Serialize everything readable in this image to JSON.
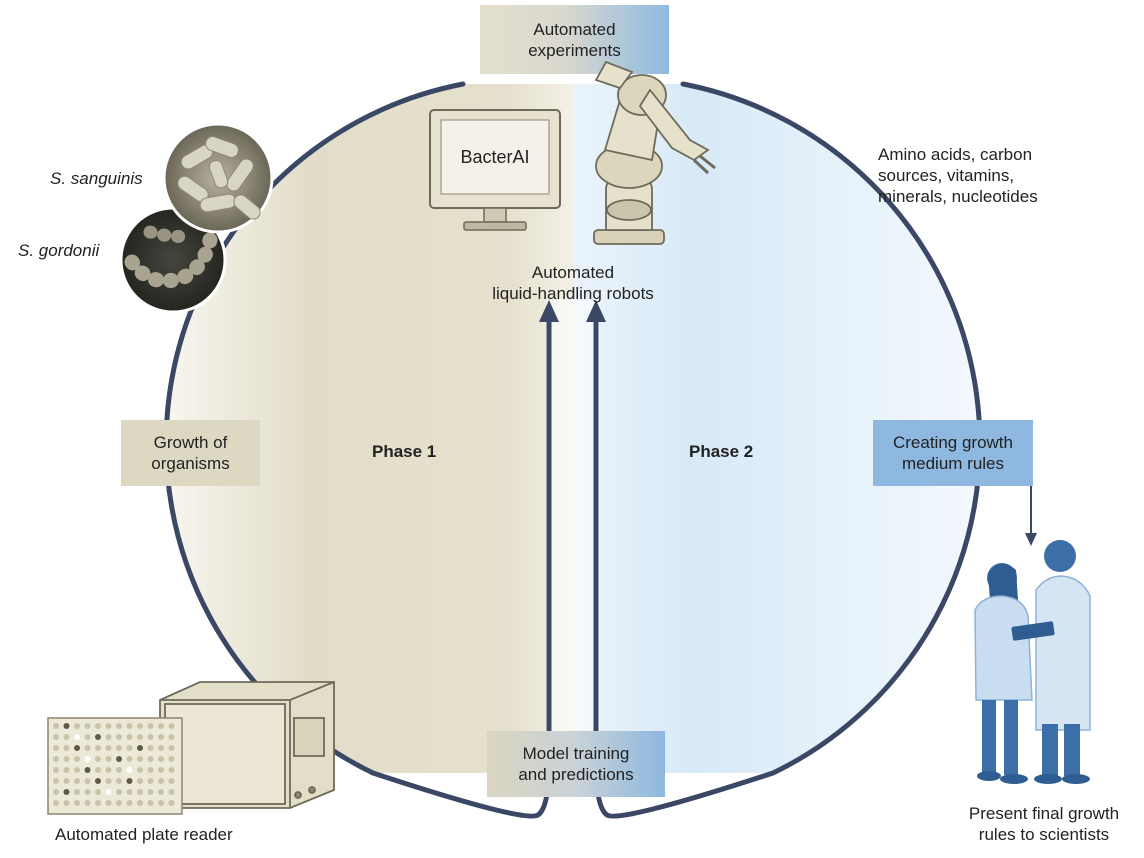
{
  "boxes": {
    "automated_experiments": "Automated\nexperiments",
    "growth_of_organisms": "Growth of\norganisms",
    "creating_rules": "Creating growth\nmedium rules",
    "model_training": "Model training\nand predictions"
  },
  "labels": {
    "bacterai": "BacterAI",
    "robots": "Automated\nliquid-handling robots",
    "phase1": "Phase 1",
    "phase2": "Phase 2",
    "nutrients": "Amino acids, carbon\nsources, vitamins,\nminerals, nucleotides",
    "s_sanguinis": "S. sanguinis",
    "s_gordonii": "S. gordonii",
    "plate_reader": "Automated plate reader",
    "present_rules": "Present final growth\nrules to scientists"
  },
  "colors": {
    "cycle_line": "#3a4866",
    "phase1_fill": "#ddd8c0",
    "phase2_fill": "#d3e6f5",
    "beige_box": "#ddd8c2",
    "blue_box": "#8fb8e0"
  },
  "icons": [
    "computer-monitor-icon",
    "robot-arm-icon",
    "bacteria-icon",
    "plate-reader-icon",
    "well-plate-icon",
    "scientists-icon"
  ]
}
